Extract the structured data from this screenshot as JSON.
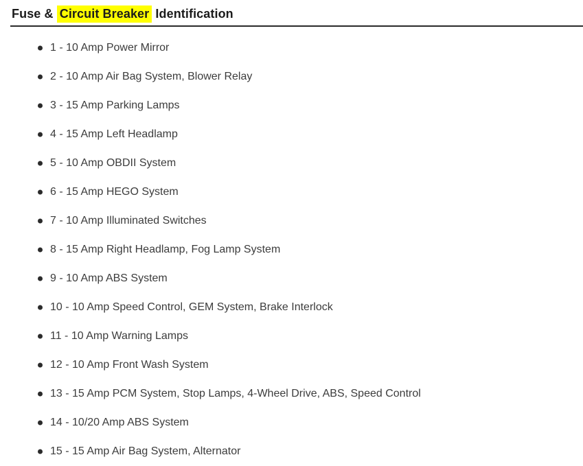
{
  "page": {
    "title": {
      "prefix": "Fuse & ",
      "highlighted": "Circuit Breaker",
      "suffix": " Identification"
    },
    "highlight_color": "#ffff00",
    "fuse_list": [
      "1 - 10 Amp Power Mirror",
      "2 - 10 Amp Air Bag System, Blower Relay",
      "3 - 15 Amp Parking Lamps",
      "4 - 15 Amp Left Headlamp",
      "5 - 10 Amp OBDII System",
      "6 - 15 Amp HEGO System",
      "7 - 10 Amp Illuminated Switches",
      "8 - 15 Amp Right Headlamp, Fog Lamp System",
      "9 - 10 Amp ABS System",
      "10 - 10 Amp Speed Control, GEM System, Brake Interlock",
      "11 - 10 Amp Warning Lamps",
      "12 - 10 Amp Front Wash System",
      "13 - 15 Amp PCM System, Stop Lamps, 4-Wheel Drive, ABS, Speed Control",
      "14 - 10/20 Amp ABS System",
      "15 - 15 Amp Air Bag System, Alternator"
    ]
  }
}
